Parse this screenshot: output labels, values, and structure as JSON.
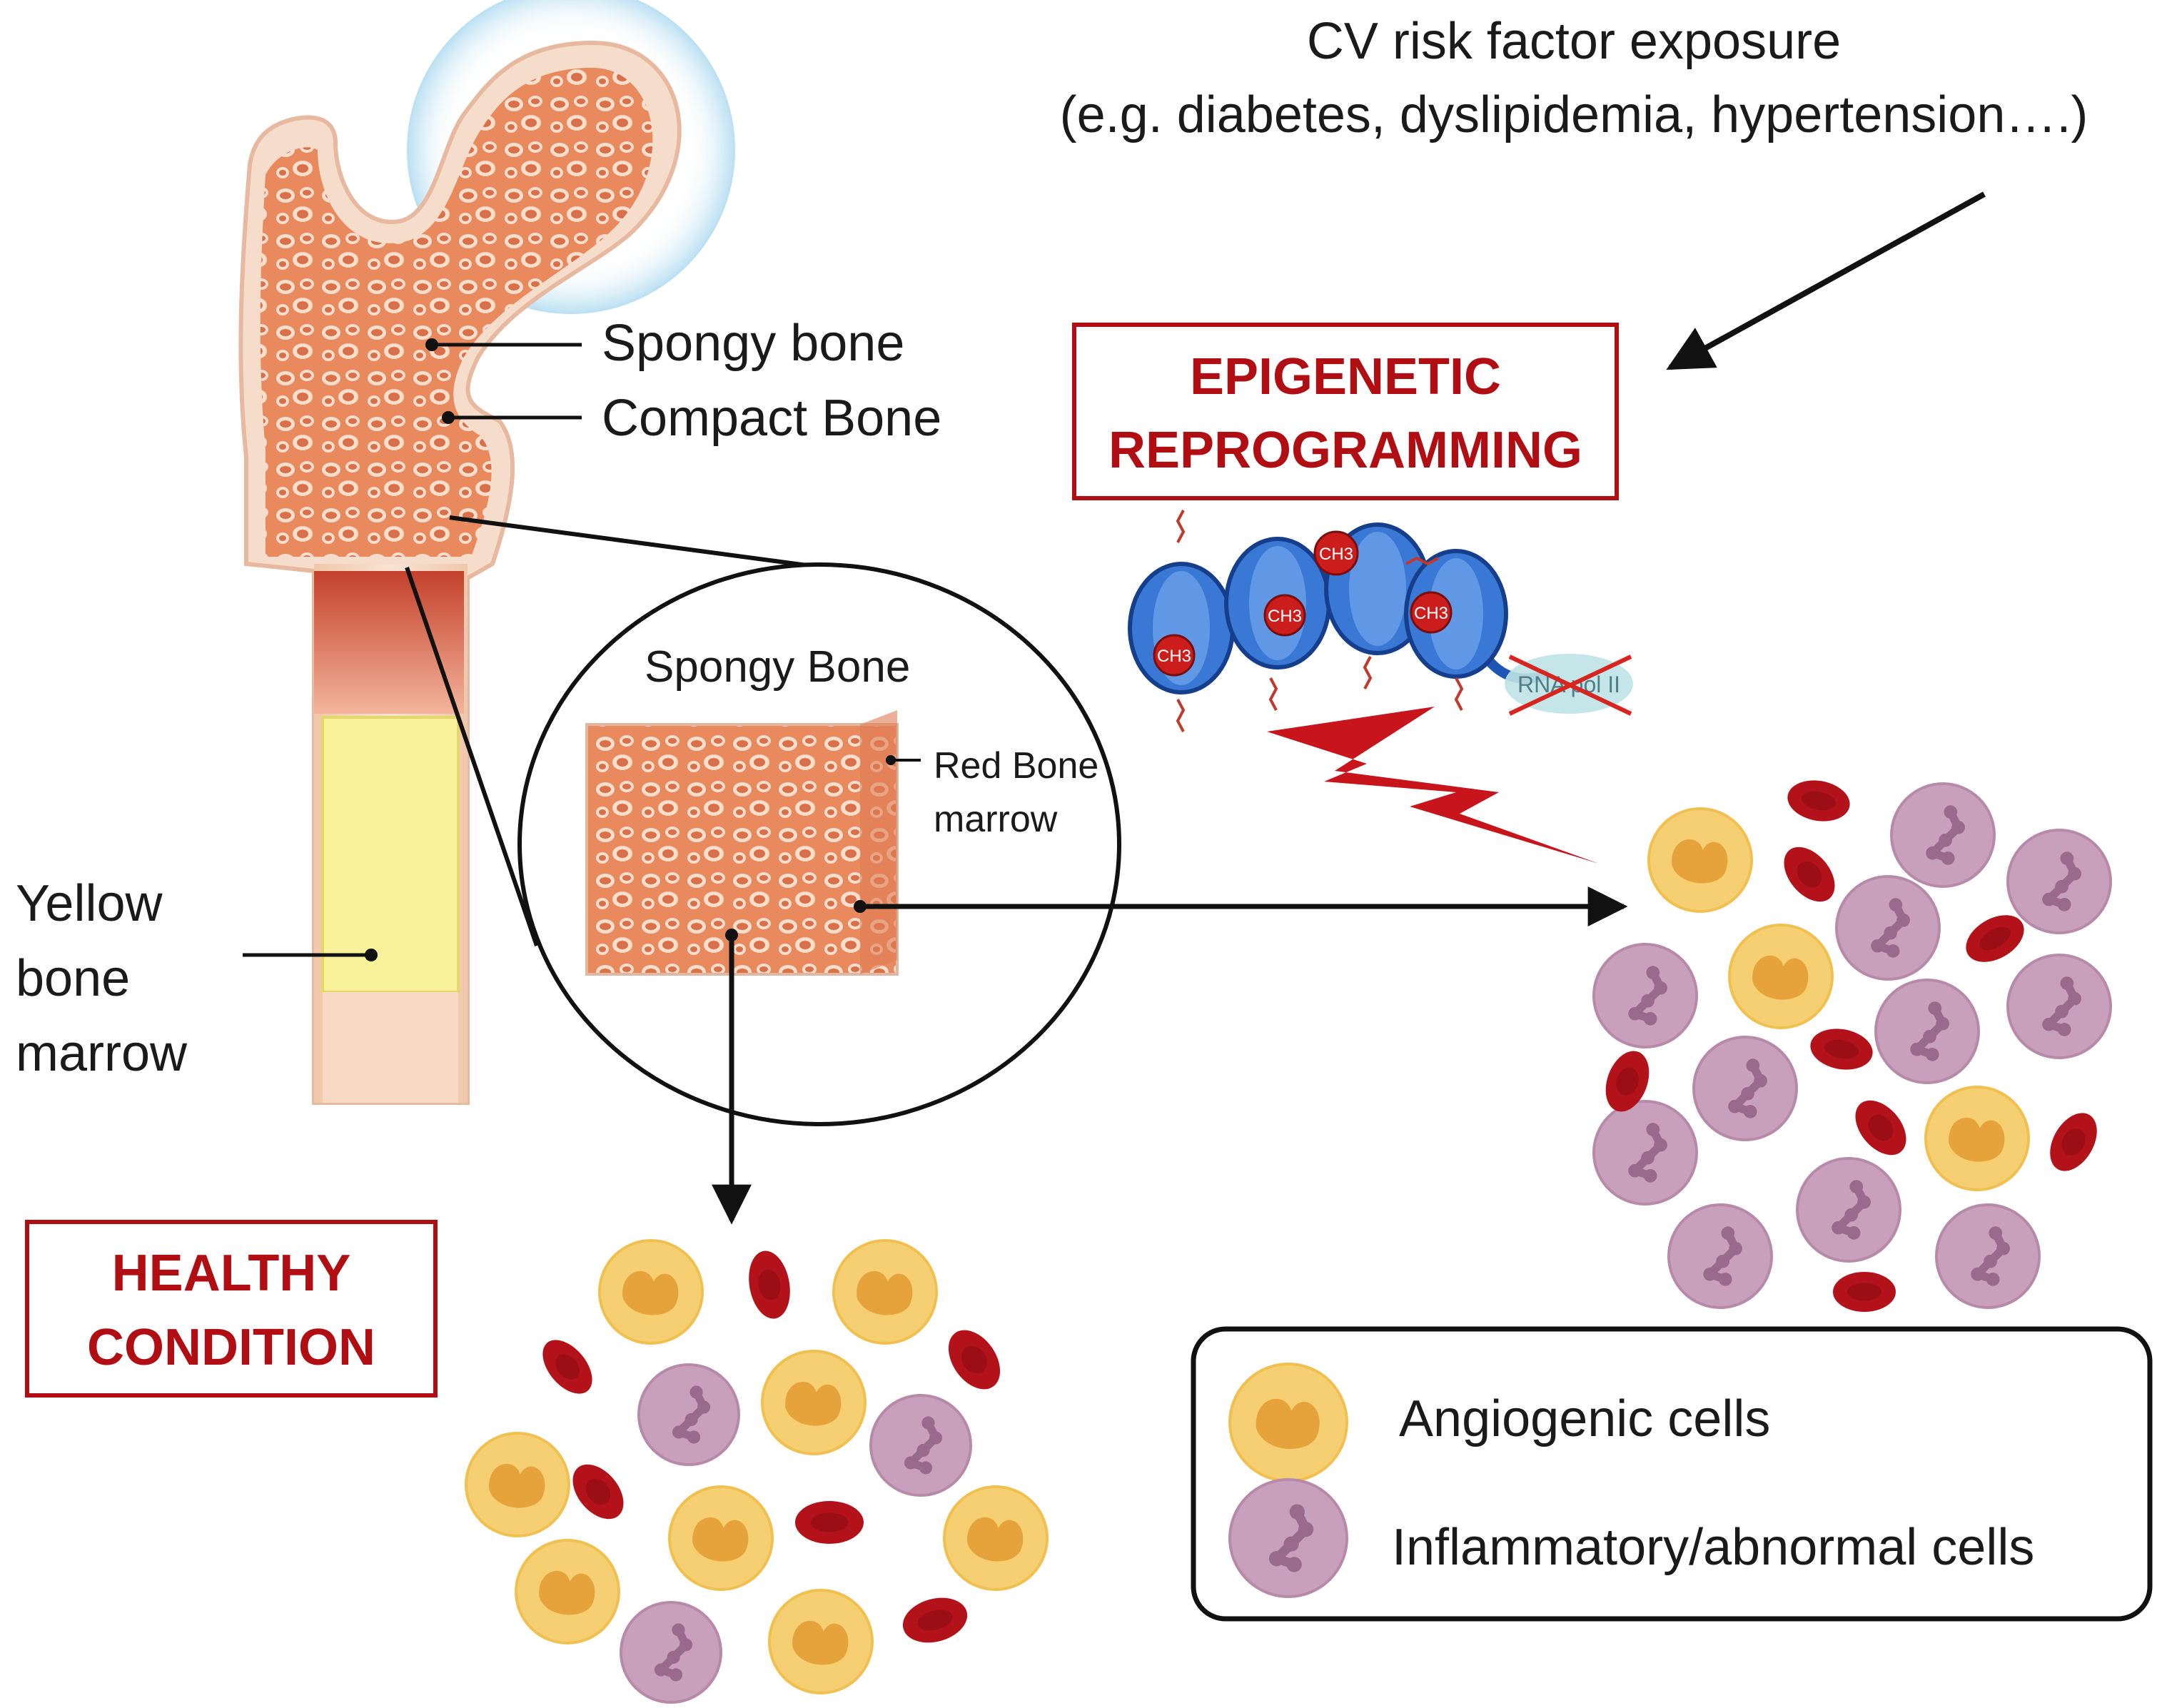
{
  "risk_factor": {
    "line1": "CV risk factor exposure",
    "line2": "(e.g. diabetes, dyslipidemia, hypertension….)"
  },
  "epigenetic_box": {
    "line1": "EPIGENETIC",
    "line2": "REPROGRAMMING"
  },
  "healthy_box": {
    "line1": "HEALTHY",
    "line2": "CONDITION"
  },
  "bone_labels": {
    "spongy": "Spongy bone",
    "compact": "Compact Bone",
    "yellow_1": "Yellow",
    "yellow_2": "bone",
    "yellow_3": "marrow"
  },
  "zoom": {
    "title": "Spongy Bone",
    "red_marrow_1": "Red Bone",
    "red_marrow_2": "marrow"
  },
  "chromatin": {
    "methyl_label": "CH3",
    "polymerase_label": "RNA pol II"
  },
  "legend": {
    "angiogenic": "Angiogenic cells",
    "inflammatory": "Inflammatory/abnormal cells"
  },
  "colors": {
    "accent_red": "#b00e12",
    "angiogenic_fill": "#f6cf72",
    "angiogenic_nucleus": "#e6a23b",
    "inflammatory_fill": "#c9a0bb",
    "inflammatory_nucleus": "#9a6a8d",
    "rbc": "#b3121b",
    "bone_tan": "#f4d7c2",
    "marrow_red": "#d65a3f",
    "marrow_yellow": "#f7f19a",
    "dna_blue": "#1f56b6"
  }
}
